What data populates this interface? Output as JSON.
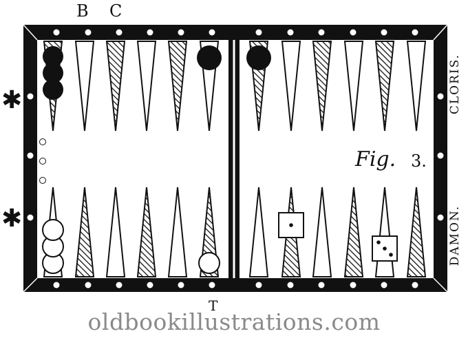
{
  "labels": {
    "b": "B",
    "c": "C",
    "t": "T",
    "fig": "Fig.",
    "fig_number": "3.",
    "cloris": "CLORIS.",
    "damon": "DAMON."
  },
  "credit": "oldbookillustrations.com",
  "icons": {
    "asterisk": "✱",
    "dice": [
      "die-one-pip-icon",
      "die-three-pip-icon"
    ]
  },
  "colors": {
    "ink": "#111111",
    "paper": "#ffffff",
    "watermark": "#8a8a8a"
  },
  "board": {
    "top_row_checkers": [
      {
        "point": 1,
        "color": "black",
        "count": 3
      },
      {
        "point": 6,
        "color": "black",
        "count": 1
      },
      {
        "point": 7,
        "color": "black",
        "count": 1
      }
    ],
    "bottom_row_checkers": [
      {
        "point": 1,
        "color": "white",
        "count": 3
      },
      {
        "point": 6,
        "color": "white",
        "count": 1
      }
    ],
    "dice": [
      {
        "point": 9,
        "pips": 1
      },
      {
        "point": 11,
        "pips": 3
      }
    ],
    "side_rings": 3
  }
}
